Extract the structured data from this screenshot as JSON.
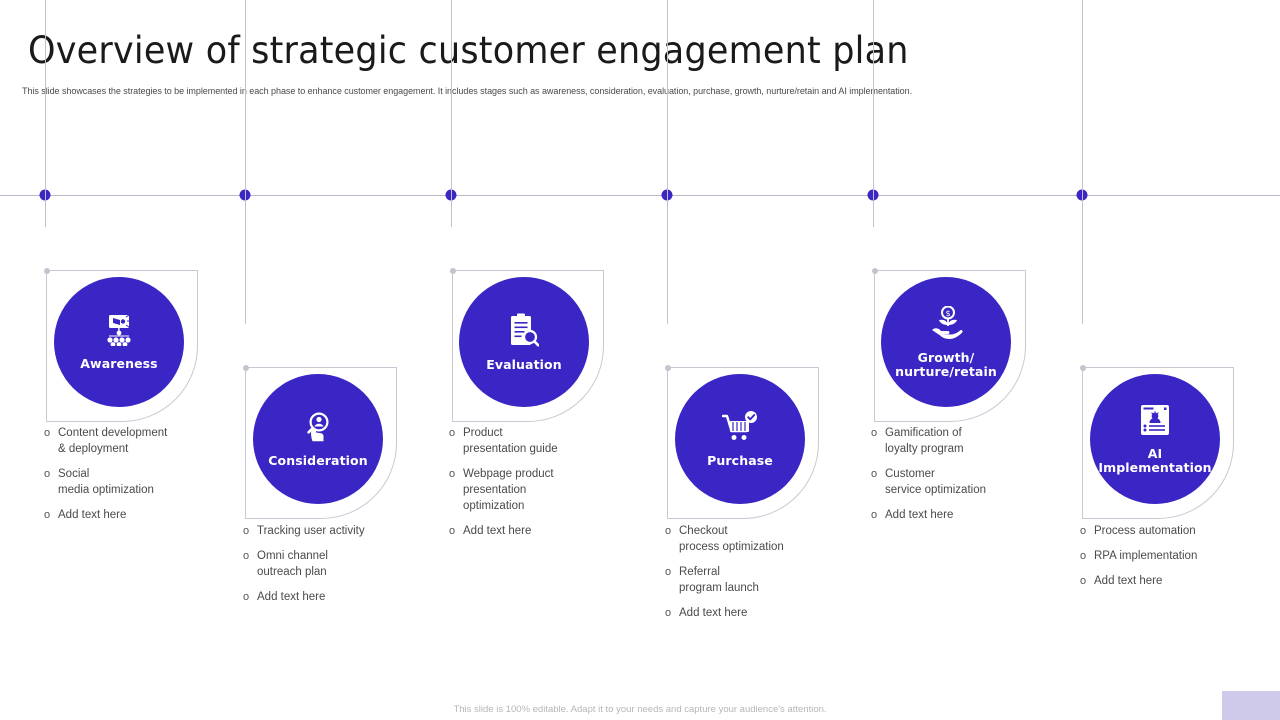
{
  "header": {
    "title": "Overview of strategic customer engagement plan",
    "subtitle": "This slide showcases the strategies to be implemented  in each phase to enhance customer engagement.  It includes stages such as awareness, consideration, evaluation, purchase, growth, nurture/retain and AI implementation."
  },
  "colors": {
    "accent": "#3a26c4",
    "rail": "#b9b9c6",
    "card_outline": "#c9c9d4",
    "text": "#4a4a4a",
    "footer_text": "#b6b6b6",
    "corner_block": "#cfcaea"
  },
  "bullet_marker": "o",
  "stages": [
    {
      "id": "awareness",
      "label": "Awareness",
      "icon": "megaphone-network-icon",
      "bullets": [
        "Content development\n& deployment",
        "Social\nmedia optimization",
        "Add text here"
      ]
    },
    {
      "id": "consideration",
      "label": "Consideration",
      "icon": "hand-click-search-icon",
      "bullets": [
        "Tracking  user activity",
        "Omni channel\noutreach plan",
        "Add text here"
      ]
    },
    {
      "id": "evaluation",
      "label": "Evaluation",
      "icon": "clipboard-magnifier-icon",
      "bullets": [
        "Product\npresentation guide",
        "Webpage product\npresentation\noptimization",
        "Add text here"
      ]
    },
    {
      "id": "purchase",
      "label": "Purchase",
      "icon": "shopping-cart-check-icon",
      "bullets": [
        "Checkout\nprocess optimization",
        "Referral\nprogram launch",
        "Add text here"
      ]
    },
    {
      "id": "growth",
      "label": "Growth/\nnurture/retain",
      "icon": "hand-plant-coin-icon",
      "bullets": [
        "Gamification of\nloyalty program",
        "Customer\nservice optimization",
        "Add text here"
      ]
    },
    {
      "id": "ai-implementation",
      "label": "AI\nImplementation",
      "icon": "ai-document-robot-icon",
      "bullets": [
        "Process automation",
        "RPA implementation",
        "Add text here"
      ]
    }
  ],
  "footer": {
    "note": "This slide is 100% editable.  Adapt it to your needs and capture your audience's attention."
  }
}
